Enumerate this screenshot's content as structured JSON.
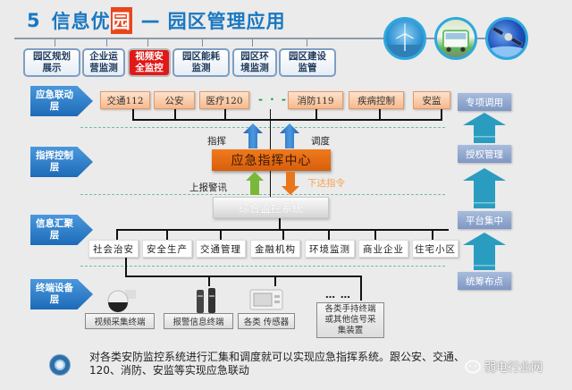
{
  "header": {
    "number": "5",
    "title_pre": "信息优",
    "title_highlight": "园",
    "dash": "—",
    "title_post": "园区管理应用",
    "accent_color": "#1a78c2",
    "highlight_color": "#e8451e"
  },
  "photos": [
    {
      "name": "wind-turbine-photo"
    },
    {
      "name": "electric-bus-photo"
    },
    {
      "name": "satellite-photo"
    }
  ],
  "tabs": [
    {
      "label": "园区规划展示",
      "line1": "园区规划",
      "line2": "展示",
      "active": false
    },
    {
      "label": "企业运营监测",
      "line1": "企业运",
      "line2": "营监测",
      "active": false
    },
    {
      "label": "视频安全监控",
      "line1": "视频安",
      "line2": "全监控",
      "active": true
    },
    {
      "label": "园区能耗监测",
      "line1": "园区能耗",
      "line2": "监测",
      "active": false
    },
    {
      "label": "园区环境监测",
      "line1": "园区环",
      "line2": "境监测",
      "active": false
    },
    {
      "label": "园区建设监管",
      "line1": "园区建设",
      "line2": "监管",
      "active": false
    }
  ],
  "layers": [
    {
      "line1": "应急联动",
      "line2": "层"
    },
    {
      "line1": "指挥控制",
      "line2": "层"
    },
    {
      "line1": "信息汇聚",
      "line2": "层"
    },
    {
      "line1": "终端设备",
      "line2": "层"
    }
  ],
  "emergency": {
    "items": [
      "交通112",
      "公安",
      "医疗120",
      "消防119",
      "疾病控制",
      "安监"
    ],
    "ellipsis": "- · -"
  },
  "command": {
    "center_label": "应急指挥中心",
    "command_label": "指挥",
    "dispatch_label": "调度",
    "report_label": "上报警讯",
    "order_label": "下达指令",
    "monitor_label": "综合监控系统"
  },
  "info": {
    "items": [
      "社会治安",
      "安全生产",
      "交通管理",
      "金融机构",
      "环境监测",
      "商业企业",
      "住宅小区"
    ]
  },
  "devices": {
    "items": [
      {
        "label": "视频采集终端",
        "icon": "ptz-camera-icon"
      },
      {
        "label": "报警信息终端",
        "icon": "alarm-terminal-icon"
      },
      {
        "label": "各类 传感器",
        "icon": "sensor-icon"
      }
    ],
    "handheld": {
      "line1": "各类手持终端",
      "line2": "或其他信号采",
      "line3": "集装置"
    },
    "ellipsis": "… …"
  },
  "progress_column": [
    "专项调用",
    "授权管理",
    "平台集中",
    "统筹布点"
  ],
  "bottom": {
    "line1": "对各类安防监控系统进行汇集和调度就可以实现应急指挥系统。跟公安、交通、",
    "line2": "120、消防、安监等实现应急联动",
    "watermark": "弱电行业网"
  }
}
